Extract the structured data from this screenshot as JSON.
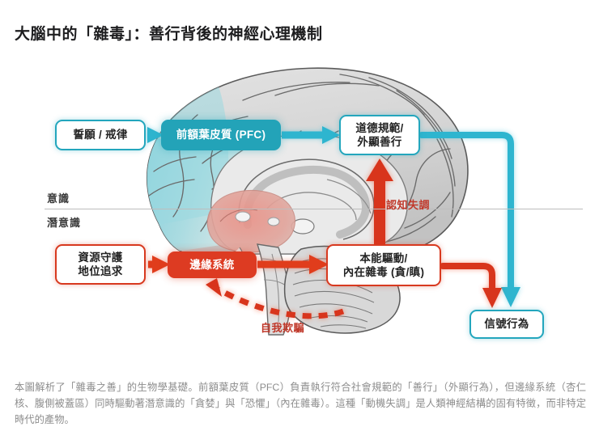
{
  "page": {
    "title": "大腦中的「雜毒」：善行背後的神經心理機制"
  },
  "levels": {
    "conscious": "意識",
    "subconscious": "潛意識"
  },
  "nodes": {
    "vow": "誓願 / 戒律",
    "pfc": "前額葉皮質 (PFC)",
    "moral": "道德規範/\n外顯善行",
    "resource": "資源守護\n地位追求",
    "limbic": "邊緣系統",
    "instinct": "本能驅動/\n內在雜毒 (貪/瞋)",
    "signal": "信號行為"
  },
  "edges": {
    "dissonance": "認知失調",
    "self_deception": "自我欺騙"
  },
  "caption": {
    "text": "本圖解析了「雜毒之善」的生物學基礎。前額葉皮質（PFC）負責執行符合社會規範的「善行」（外顯行為），但邊緣系統（杏仁核、腹側被蓋區）同時驅動著潛意識的「貪婪」與「恐懼」（內在雜毒）。這種「動機失調」是人類神經結構的固有特徵，而非特定時代的產物。"
  },
  "colors": {
    "teal": "#23a3b8",
    "teal_border": "#23a6bd",
    "red": "#dd3b22",
    "red_border": "#d8391f",
    "red_label": "#c0392b",
    "brain_gray": "#d3d3d3",
    "brain_teal_tint": "#8fd3dc",
    "brain_red_tint": "#e8948a",
    "divider": "#bdbdbd",
    "title": "#1d1d1f",
    "caption": "#8d8d8d",
    "background": "#ffffff"
  },
  "icons": {
    "brain": "brain-sagittal-illustration"
  }
}
